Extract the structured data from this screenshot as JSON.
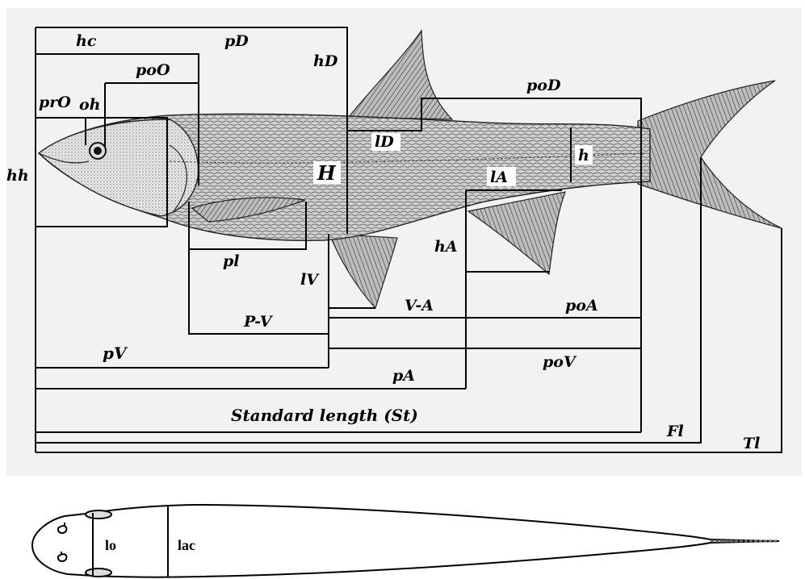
{
  "labels": {
    "hc": "hc",
    "pD": "pD",
    "hD": "hD",
    "poO": "poO",
    "prO": "prO",
    "oh": "oh",
    "poD": "poD",
    "hh": "hh",
    "lD": "lD",
    "H": "H",
    "h": "h",
    "lA": "lA",
    "hA": "hA",
    "pl": "pl",
    "lV": "lV",
    "VA": "V-A",
    "poA": "poA",
    "PV": "P-V",
    "pV": "pV",
    "poV": "poV",
    "pA": "pA",
    "St": "Standard length (St)",
    "Fl": "Fl",
    "Tl": "Tl"
  },
  "topview": {
    "lo": "lo",
    "lac": "lac"
  }
}
